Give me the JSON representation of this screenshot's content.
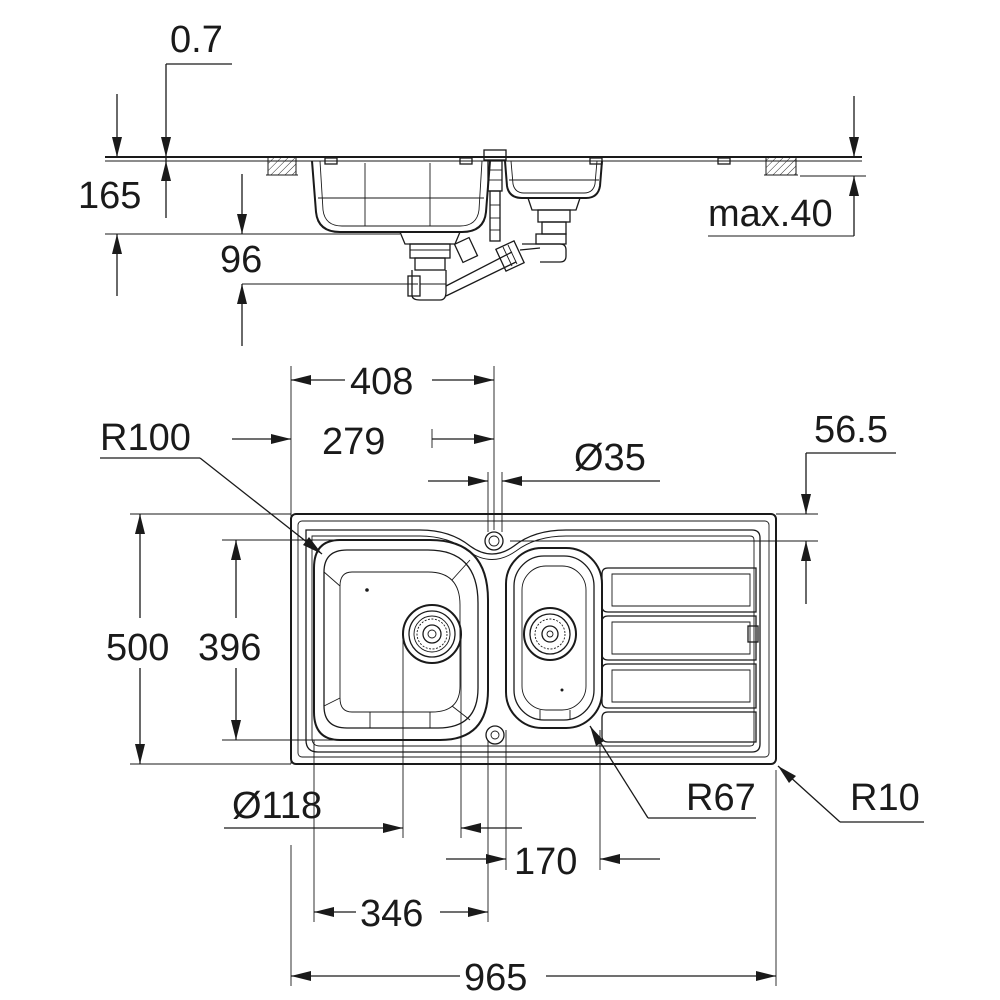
{
  "drawing": {
    "dimensions": {
      "flange_thickness": "0.7",
      "bowl_depth": "165",
      "small_bowl_offset": "96",
      "max_worktop": "max.40",
      "tap_hole_offset_408": "408",
      "tap_hole_offset_279": "279",
      "tap_hole_diameter": "Ø35",
      "front_edge_56_5": "56.5",
      "corner_radius_100": "R100",
      "overall_depth": "500",
      "bowl_depth_plan": "396",
      "waste_diameter": "Ø118",
      "small_bowl_radius": "R67",
      "outer_radius": "R10",
      "small_bowl_width": "170",
      "main_bowl_width": "346",
      "overall_width": "965"
    }
  }
}
